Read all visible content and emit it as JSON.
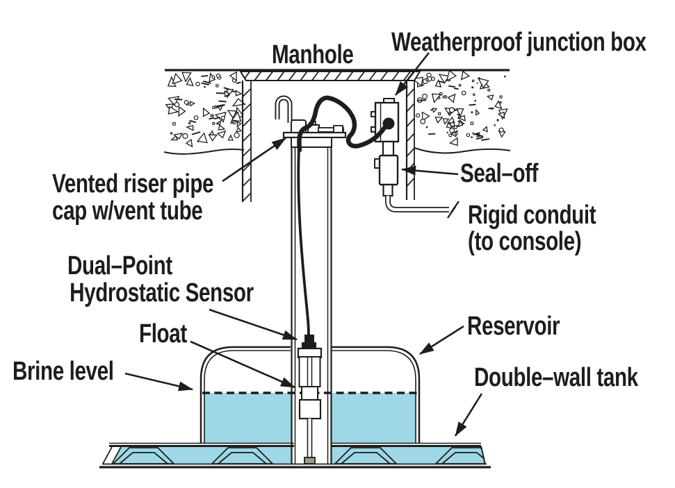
{
  "diagram": {
    "colors": {
      "background": "#ffffff",
      "line": "#1d1d1b",
      "brine": "#9ed8e6",
      "sensor_foot": "#9c9a8e"
    },
    "labels": {
      "manhole": "Manhole",
      "junction_box": "Weatherproof junction box",
      "riser_cap": [
        "Vented riser pipe",
        "cap w/vent tube"
      ],
      "seal_off": "Seal–off",
      "rigid_conduit": [
        "Rigid conduit",
        "(to console)"
      ],
      "hydrostatic_sensor": [
        "Dual–Point",
        "Hydrostatic Sensor"
      ],
      "float": "Float",
      "brine_level": "Brine level",
      "reservoir": "Reservoir",
      "double_wall_tank": "Double–wall tank"
    }
  }
}
